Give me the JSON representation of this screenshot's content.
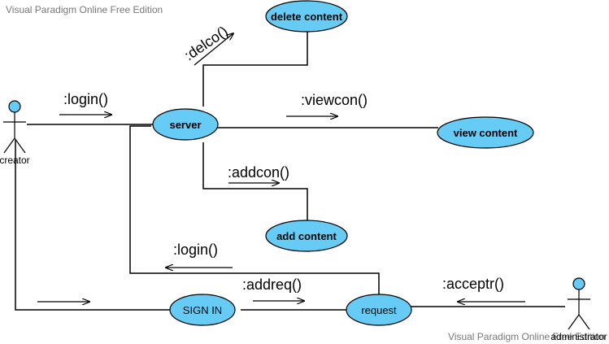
{
  "watermark": {
    "top": "Visual Paradigm Online Free Edition",
    "bottom": "Visual Paradigm Online Free Edition"
  },
  "actors": {
    "creator": "creator",
    "administrator": "administrator"
  },
  "nodes": {
    "server": "server",
    "delete_content": "delete content",
    "view_content": "view content",
    "add_content": "add content",
    "sign_in": "SIGN IN",
    "request": "request"
  },
  "messages": {
    "login_top": ":login()",
    "delco": ":delco()",
    "viewcon": ":viewcon()",
    "addcon": ":addcon()",
    "login_bottom": ":login()",
    "addreq": ":addreq()",
    "acceptr": ":acceptr()"
  },
  "colors": {
    "node_fill": "#66ccf5",
    "stroke": "#000000",
    "watermark": "#777777"
  }
}
